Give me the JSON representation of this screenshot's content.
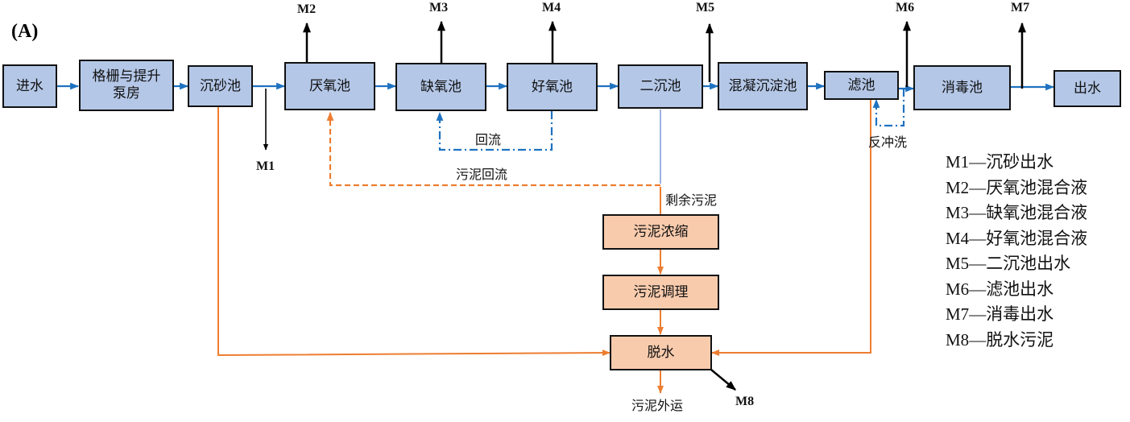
{
  "title": "(A)",
  "units": {
    "inlet": "进水",
    "screen_pump": "格栅与提升泵房",
    "grit": "沉砂池",
    "anaerobic": "厌氧池",
    "anoxic": "缺氧池",
    "aerobic": "好氧池",
    "secondary_clarifier": "二沉池",
    "coag_sed": "混凝沉淀池",
    "filter": "滤池",
    "disinfection": "消毒池",
    "outlet": "出水",
    "sludge_thicken": "污泥浓缩",
    "sludge_condition": "污泥调理",
    "dewater": "脱水"
  },
  "flow_labels": {
    "internal_reflux": "回流",
    "sludge_return": "污泥回流",
    "excess_sludge": "剩余污泥",
    "backwash": "反冲洗",
    "sludge_out": "污泥外运"
  },
  "sampling_points": [
    "M1",
    "M2",
    "M3",
    "M4",
    "M5",
    "M6",
    "M7",
    "M8"
  ],
  "legend": [
    {
      "code": "M1",
      "desc": "沉砂出水"
    },
    {
      "code": "M2",
      "desc": "厌氧池混合液"
    },
    {
      "code": "M3",
      "desc": "缺氧池混合液"
    },
    {
      "code": "M4",
      "desc": "好氧池混合液"
    },
    {
      "code": "M5",
      "desc": "二沉池出水"
    },
    {
      "code": "M6",
      "desc": "滤池出水"
    },
    {
      "code": "M7",
      "desc": "消毒出水"
    },
    {
      "code": "M8",
      "desc": "脱水污泥"
    }
  ],
  "legend_separator": "—",
  "colors": {
    "water_line": "#1f72c0",
    "sludge_line": "#ed7d31",
    "sample_arrow": "#000000",
    "clarifier_drop": "#8faadc",
    "process_box": "#b4c7e7",
    "sludge_box": "#f8cbad"
  }
}
